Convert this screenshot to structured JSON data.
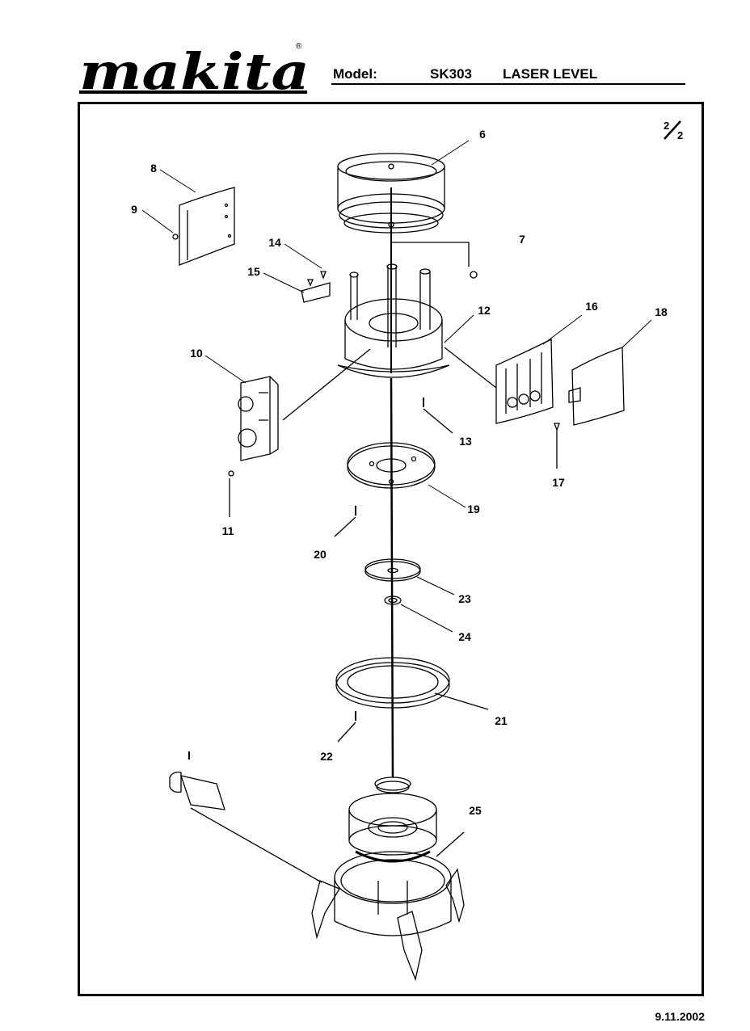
{
  "header": {
    "brand": "makita",
    "model_label": "Model:",
    "model": "SK303",
    "product": "LASER LEVEL",
    "registered_mark": "®"
  },
  "sheet": {
    "current": "2",
    "total": "2"
  },
  "parts": [
    {
      "id": "6",
      "label": "6"
    },
    {
      "id": "7",
      "label": "7"
    },
    {
      "id": "8",
      "label": "8"
    },
    {
      "id": "9",
      "label": "9"
    },
    {
      "id": "10",
      "label": "10"
    },
    {
      "id": "11",
      "label": "11"
    },
    {
      "id": "12",
      "label": "12"
    },
    {
      "id": "13",
      "label": "13"
    },
    {
      "id": "14",
      "label": "14"
    },
    {
      "id": "15",
      "label": "15"
    },
    {
      "id": "16",
      "label": "16"
    },
    {
      "id": "17",
      "label": "17"
    },
    {
      "id": "18",
      "label": "18"
    },
    {
      "id": "19",
      "label": "19"
    },
    {
      "id": "20",
      "label": "20"
    },
    {
      "id": "21",
      "label": "21"
    },
    {
      "id": "22",
      "label": "22"
    },
    {
      "id": "23",
      "label": "23"
    },
    {
      "id": "24",
      "label": "24"
    },
    {
      "id": "25",
      "label": "25"
    }
  ],
  "footer": {
    "date": "9.11.2002"
  }
}
